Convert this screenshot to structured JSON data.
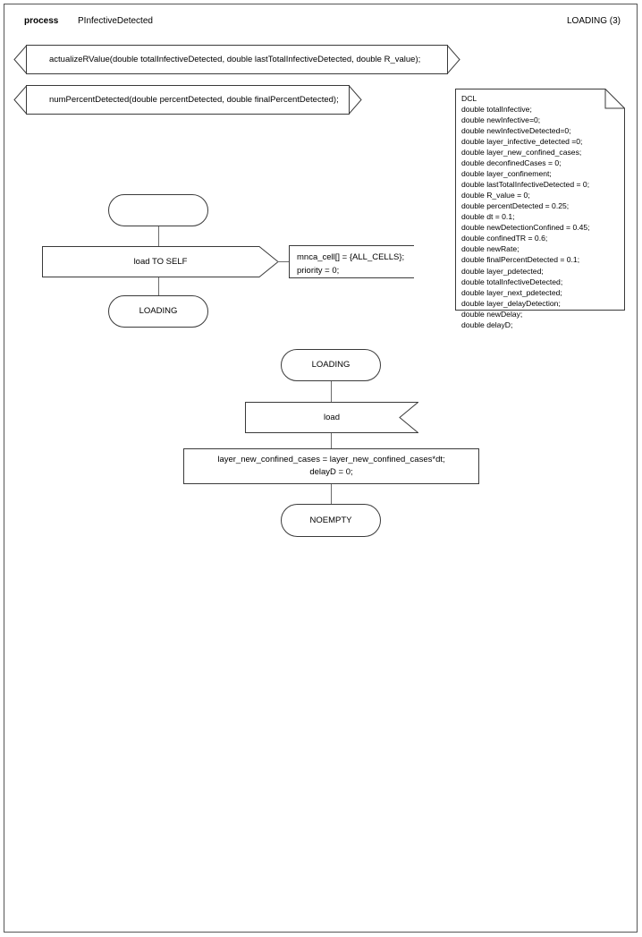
{
  "header": {
    "kind": "process",
    "name": "PInfectiveDetected",
    "page_label": "LOADING (3)"
  },
  "procedures": [
    {
      "name": "actualizeRValue-procedure",
      "text": "actualizeRValue(double totalInfectiveDetected, double lastTotalInfectiveDetected, double R_value);"
    },
    {
      "name": "numPercentDetected-procedure",
      "text": "numPercentDetected(double percentDetected, double finalPercentDetected);"
    }
  ],
  "dcl": {
    "title": "DCL",
    "declarations": [
      "double totalInfective;",
      "double newInfective=0;",
      "double newInfectiveDetected=0;",
      "double layer_infective_detected =0;",
      "double layer_new_confined_cases;",
      "double deconfinedCases = 0;",
      "double layer_confinement;",
      "double lastTotalInfectiveDetected = 0;",
      "double R_value = 0;",
      "double percentDetected = 0.25;",
      "double dt = 0.1;",
      "double newDetectionConfined = 0.45;",
      "double confinedTR = 0.6;",
      "double newRate;",
      "double finalPercentDetected = 0.1;",
      "double layer_pdetected;",
      "double totalInfectiveDetected;",
      "double layer_next_pdetected;",
      "double layer_delayDetection;",
      "double newDelay;",
      "double delayD;"
    ],
    "text": "DCL\ndouble totalInfective;\ndouble newInfective=0;\ndouble newInfectiveDetected=0;\ndouble layer_infective_detected =0;\ndouble layer_new_confined_cases;\ndouble deconfinedCases = 0;\ndouble layer_confinement;\ndouble lastTotalInfectiveDetected = 0;\ndouble R_value = 0;\ndouble percentDetected = 0.25;\ndouble dt = 0.1;\ndouble newDetectionConfined = 0.45;\ndouble confinedTR = 0.6;\ndouble newRate;\ndouble finalPercentDetected = 0.1;\ndouble layer_pdetected;\ndouble totalInfectiveDetected;\ndouble layer_next_pdetected;\ndouble layer_delayDetection;\ndouble newDelay;\ndouble delayD;"
  },
  "flow_upper": {
    "start_state": "",
    "output_signal": "load TO SELF",
    "comment": "mnca_cell[] = {ALL_CELLS};\npriority = 0;",
    "next_state": "LOADING"
  },
  "flow_lower": {
    "state": "LOADING",
    "input_signal": "load",
    "task": "layer_new_confined_cases = layer_new_confined_cases*dt;\ndelayD = 0;",
    "next_state": "NOEMPTY"
  },
  "colors": {
    "border": "#3a3a3a",
    "connector": "#6b6b6b",
    "page_frame": "#555555",
    "background": "#ffffff",
    "text": "#000000"
  }
}
